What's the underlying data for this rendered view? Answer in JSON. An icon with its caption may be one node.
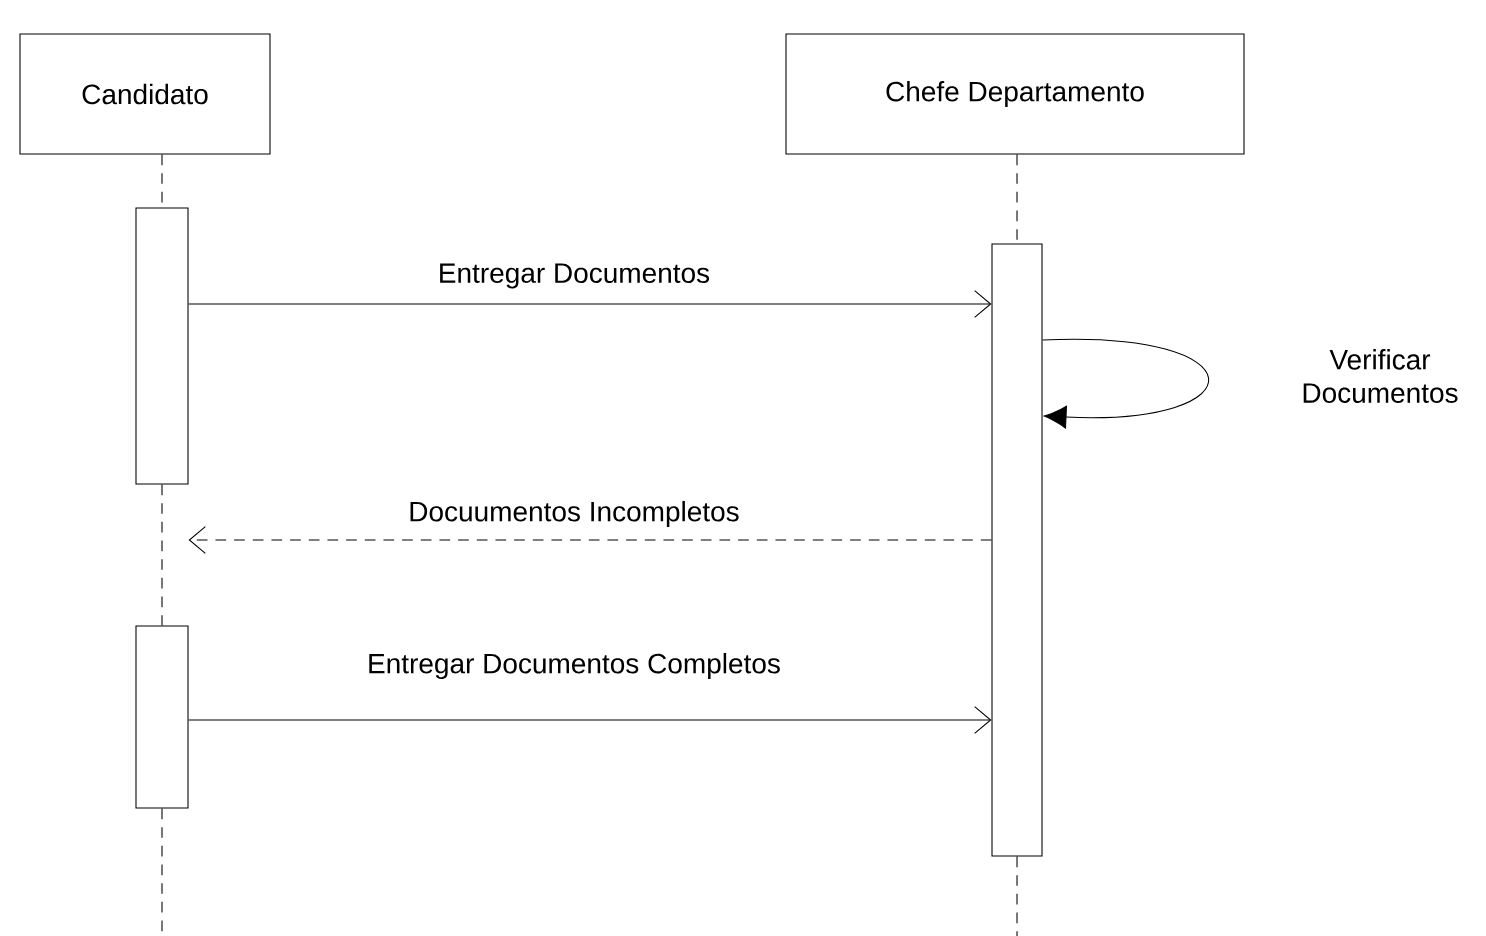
{
  "diagram": {
    "nodes": [
      {
        "text": [
          "Candidato"
        ]
      },
      {
        "text": [
          "Chefe Departamento"
        ]
      },
      {
        "text": [],
        "shape": "bar"
      },
      {
        "text": [],
        "shape": "bar"
      },
      {
        "text": [],
        "shape": "bar"
      }
    ],
    "edges": [
      {
        "from": 0,
        "to": 2,
        "arrow": "none",
        "style": "dashed"
      },
      {
        "from": 2,
        "to": 4,
        "arrow": "none",
        "style": "dashed"
      },
      {
        "from": 4,
        "to": null,
        "arrow": "none",
        "style": "dashed"
      },
      {
        "from": 1,
        "to": 3,
        "arrow": "none",
        "style": "dashed"
      },
      {
        "from": 3,
        "to": null,
        "arrow": "none",
        "style": "dashed"
      },
      {
        "from": 2,
        "to": 3,
        "arrow": "to",
        "label": "Entregar Documentos"
      },
      {
        "from": 3,
        "to": 3,
        "arrow": "to",
        "label": "Verificar Documentos"
      },
      {
        "from": 3,
        "to": 2,
        "arrow": "to",
        "style": "dashed",
        "label": "Docuumentos Incompletos"
      },
      {
        "from": 4,
        "to": 3,
        "arrow": "to",
        "label": "Entregar Documentos Completos"
      }
    ]
  }
}
